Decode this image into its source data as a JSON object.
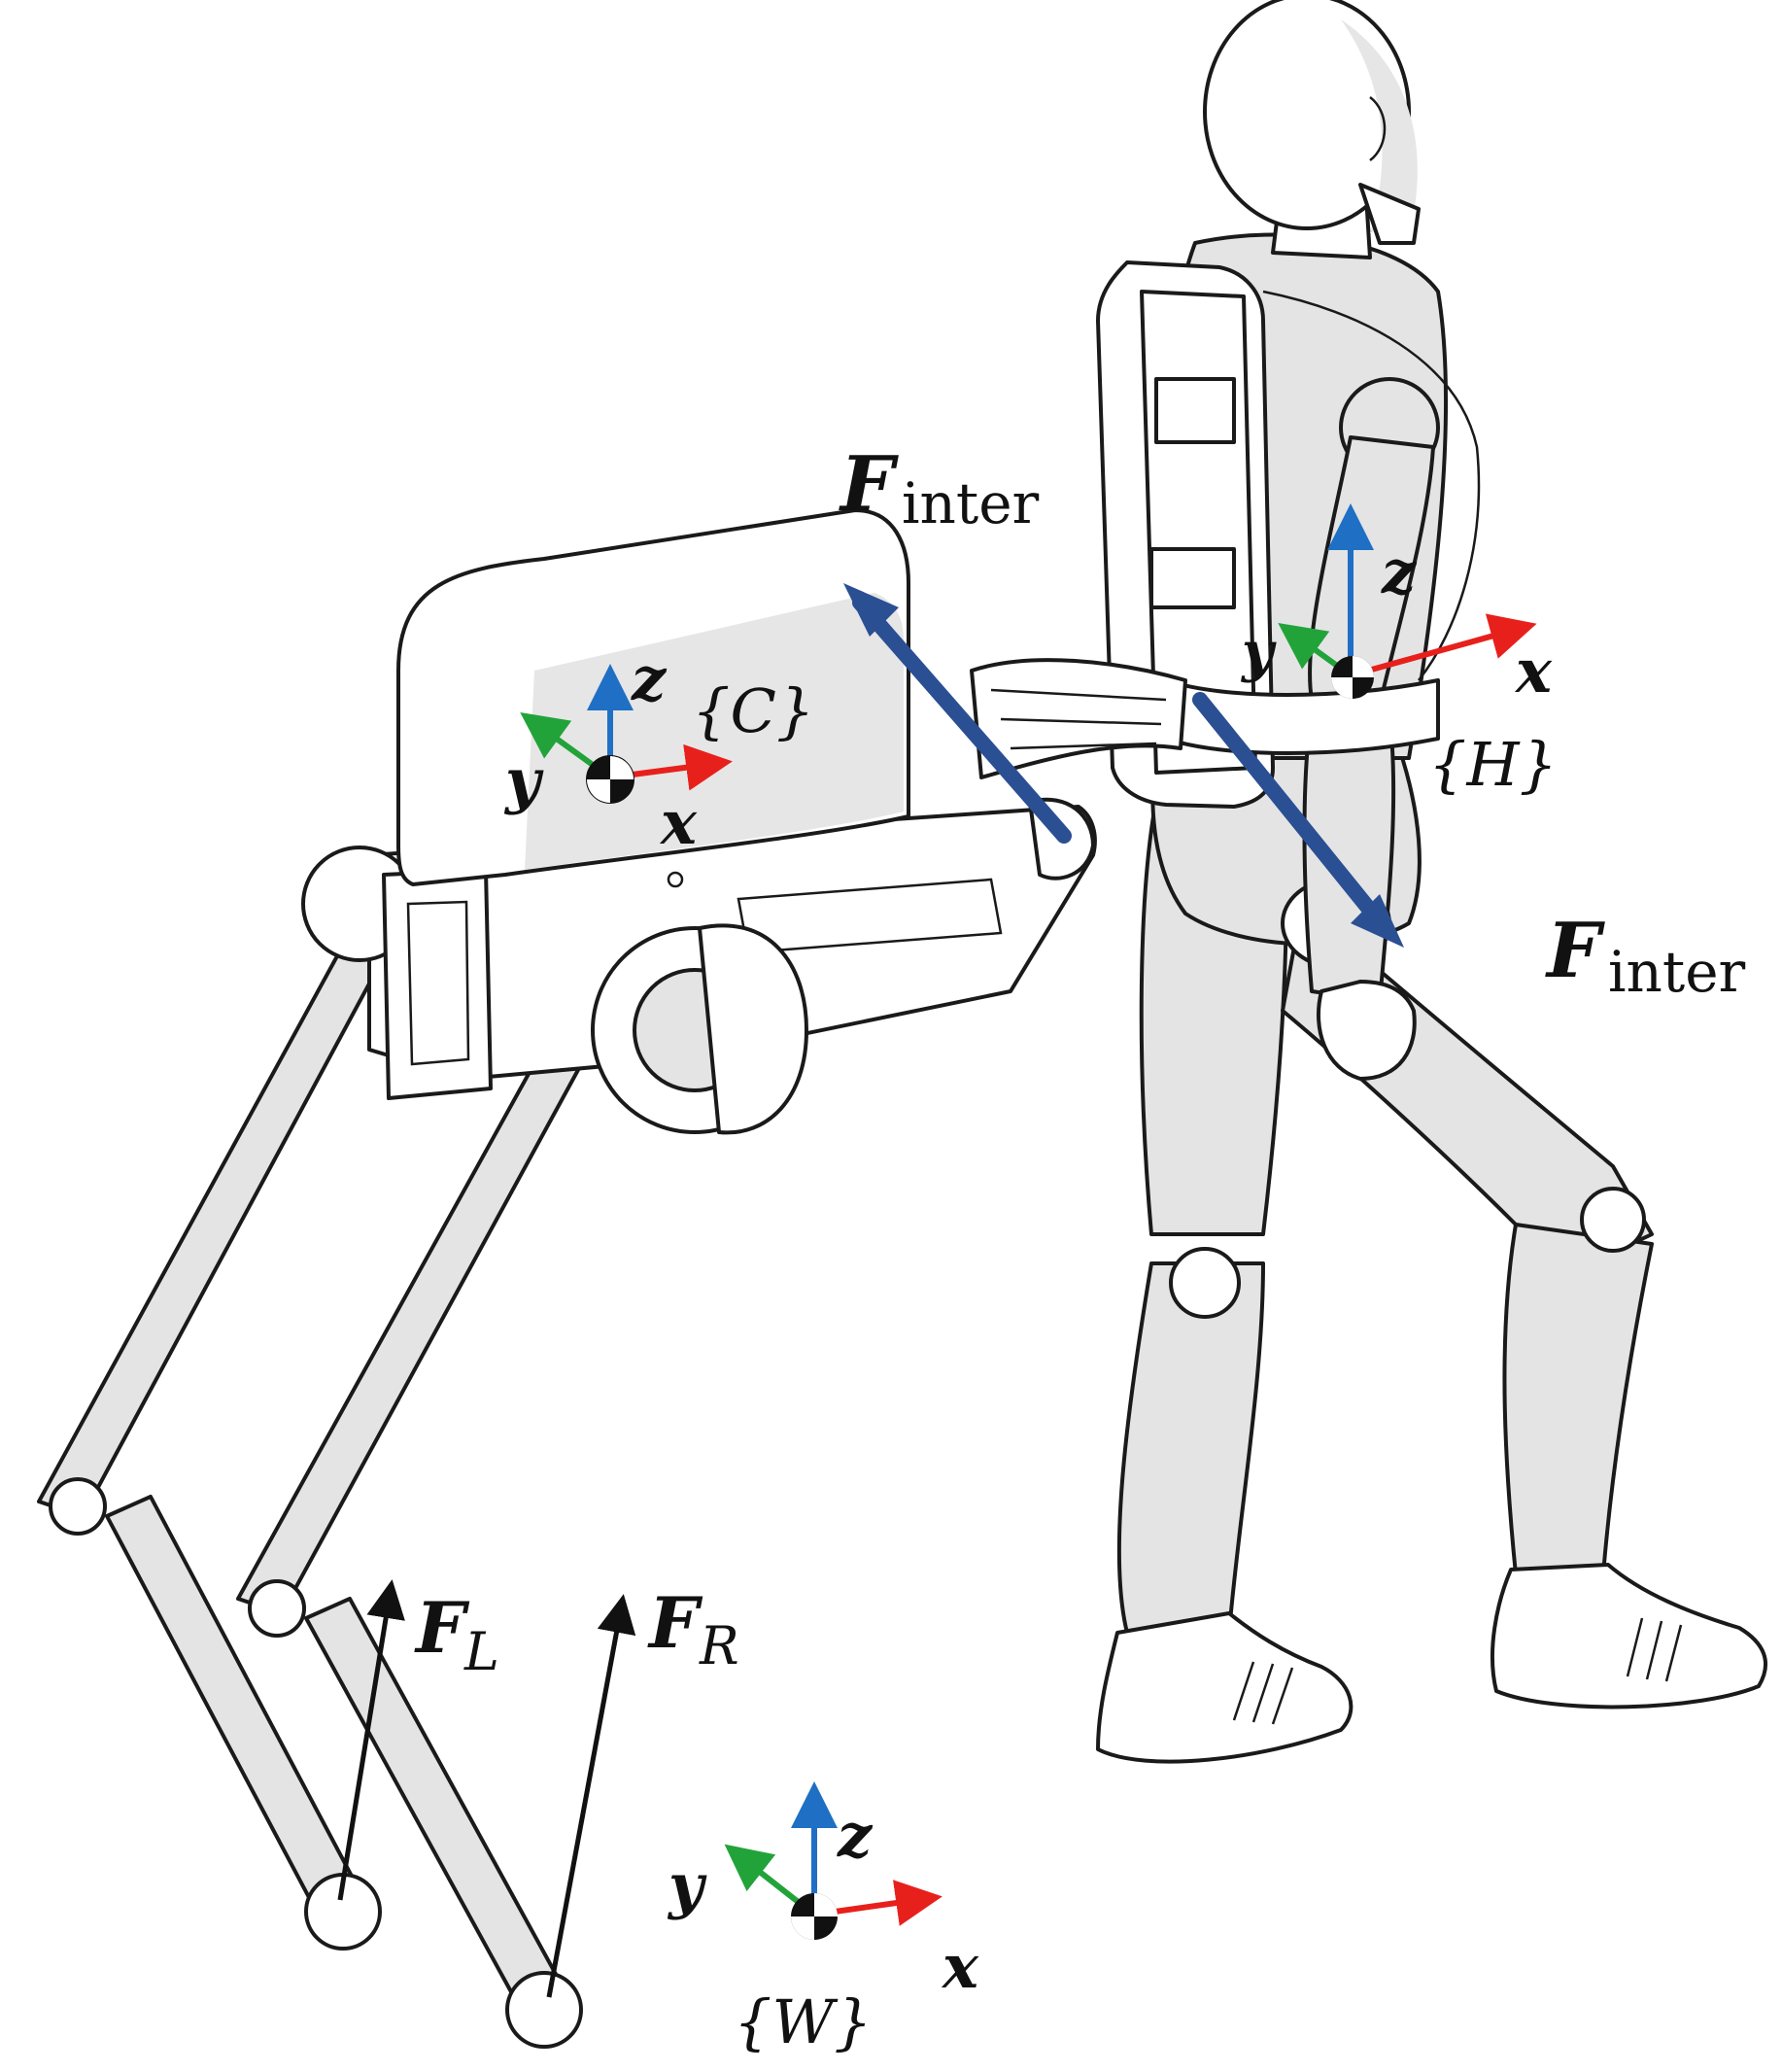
{
  "diagram": {
    "frames": {
      "C": {
        "label": "{C}",
        "axes": {
          "x": "x",
          "y": "y",
          "z": "z"
        }
      },
      "H": {
        "label": "{H}",
        "axes": {
          "x": "x",
          "y": "y",
          "z": "z"
        }
      },
      "W": {
        "label": "{W}",
        "axes": {
          "x": "x",
          "y": "y",
          "z": "z"
        }
      }
    },
    "forces": {
      "inter_upper": {
        "symbol": "F",
        "subscript": "inter"
      },
      "inter_lower": {
        "symbol": "F",
        "subscript": "inter"
      },
      "left": {
        "symbol": "F",
        "subscript": "L"
      },
      "right": {
        "symbol": "F",
        "subscript": "R"
      }
    },
    "colors": {
      "x_axis": "#e8201c",
      "y_axis": "#22a33a",
      "z_axis": "#1f6fc4",
      "interaction_force": "#2b4f93",
      "ground_force": "#111111",
      "line_art": "#1a1a1a",
      "shading": "#e4e4e4"
    }
  }
}
